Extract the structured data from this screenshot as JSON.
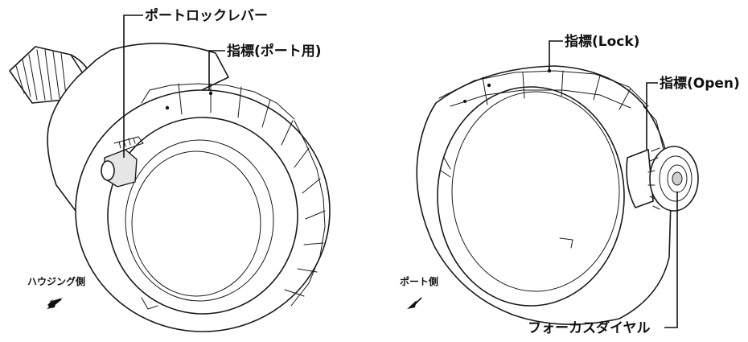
{
  "labels": {
    "port_lock_lever": "ポートロックレバー",
    "index_port": "指標(ポート用)",
    "index_lock": "指標(Lock)",
    "index_open": "指標(Open)",
    "focus_dial": "フォーカスダイヤル",
    "housing_side": "ハウジング側",
    "port_side": "ポート側"
  }
}
